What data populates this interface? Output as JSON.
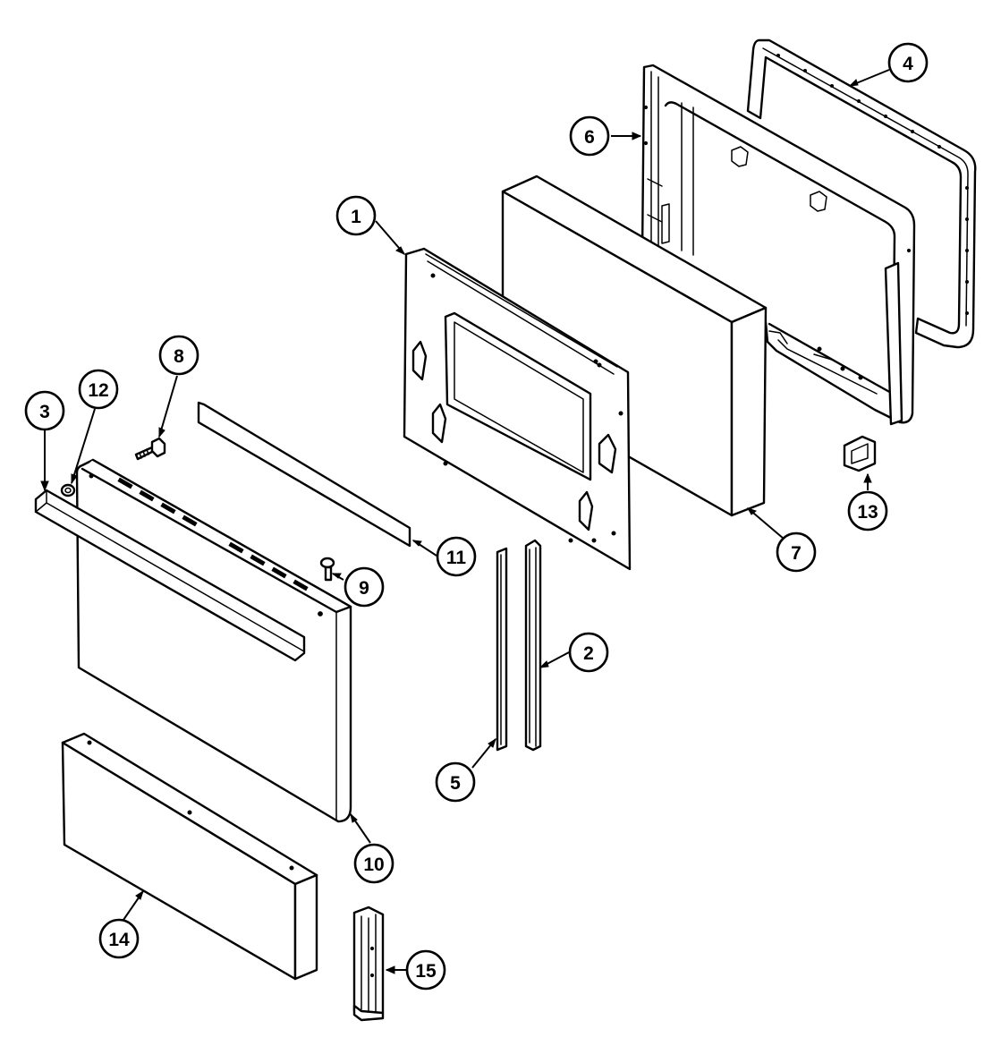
{
  "diagram": {
    "callouts": [
      {
        "id": "1",
        "label": "1"
      },
      {
        "id": "2",
        "label": "2"
      },
      {
        "id": "3",
        "label": "3"
      },
      {
        "id": "4",
        "label": "4"
      },
      {
        "id": "5",
        "label": "5"
      },
      {
        "id": "6",
        "label": "6"
      },
      {
        "id": "7",
        "label": "7"
      },
      {
        "id": "8",
        "label": "8"
      },
      {
        "id": "9",
        "label": "9"
      },
      {
        "id": "10",
        "label": "10"
      },
      {
        "id": "11",
        "label": "11"
      },
      {
        "id": "12",
        "label": "12"
      },
      {
        "id": "13",
        "label": "13"
      },
      {
        "id": "14",
        "label": "14"
      },
      {
        "id": "15",
        "label": "15"
      }
    ],
    "colors": {
      "line": "#000000",
      "background": "#ffffff"
    }
  }
}
